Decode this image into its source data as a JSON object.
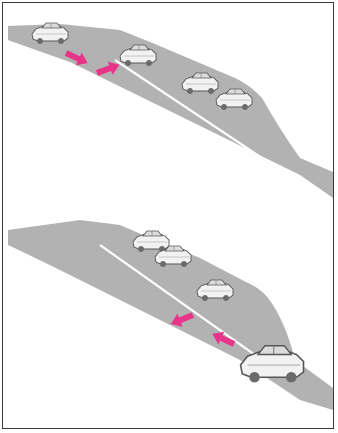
{
  "figure": {
    "panels": [
      {
        "id": "upper",
        "scene": "road-merge-left-lane",
        "cars": [
          "vehicle-merging",
          "vehicle-left-lane",
          "vehicle-right-lane-rear",
          "vehicle-right-lane-front"
        ],
        "arrows": [
          "merge-arrow-rear",
          "merge-arrow-front"
        ]
      },
      {
        "id": "lower",
        "scene": "road-merge-right-lane",
        "cars": [
          "vehicle-left-lane-rear",
          "vehicle-left-lane-front",
          "vehicle-center",
          "vehicle-own-foreground"
        ],
        "arrows": [
          "merge-arrow-near",
          "merge-arrow-far"
        ]
      }
    ],
    "colors": {
      "road": "#b2b2b2",
      "lane_line": "#ffffff",
      "arrow": "#e8358a",
      "car_body": "#f2f2f2",
      "car_outline": "#555555",
      "frame": "#3a3a3a"
    }
  }
}
